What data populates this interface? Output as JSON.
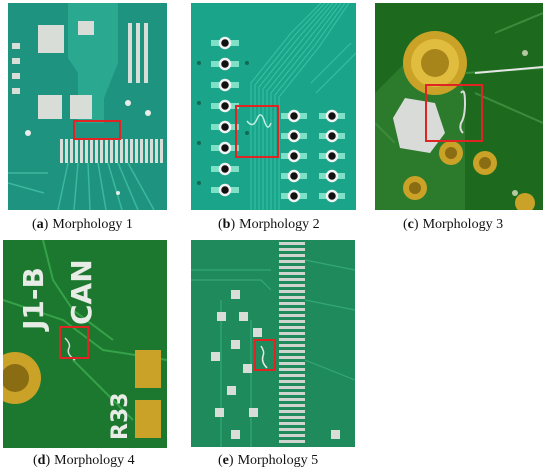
{
  "figure": {
    "panels": [
      {
        "letter": "a",
        "label": "Morphology 1"
      },
      {
        "letter": "b",
        "label": "Morphology 2"
      },
      {
        "letter": "c",
        "label": "Morphology 3"
      },
      {
        "letter": "d",
        "label": "Morphology 4"
      },
      {
        "letter": "e",
        "label": "Morphology 5"
      }
    ],
    "silkscreen": {
      "d_j1": "J1-B",
      "d_can": "CAN",
      "d_r33": "R33"
    }
  },
  "colors": {
    "board_light": "#1d9a80",
    "board_teal": "#1aa489",
    "board_dark": "#1d6a1f",
    "board_mid": "#1f7f54",
    "pad_silver": "#d2d6d2",
    "pad_gold": "#c9a227",
    "defect_box": "#e02424"
  }
}
